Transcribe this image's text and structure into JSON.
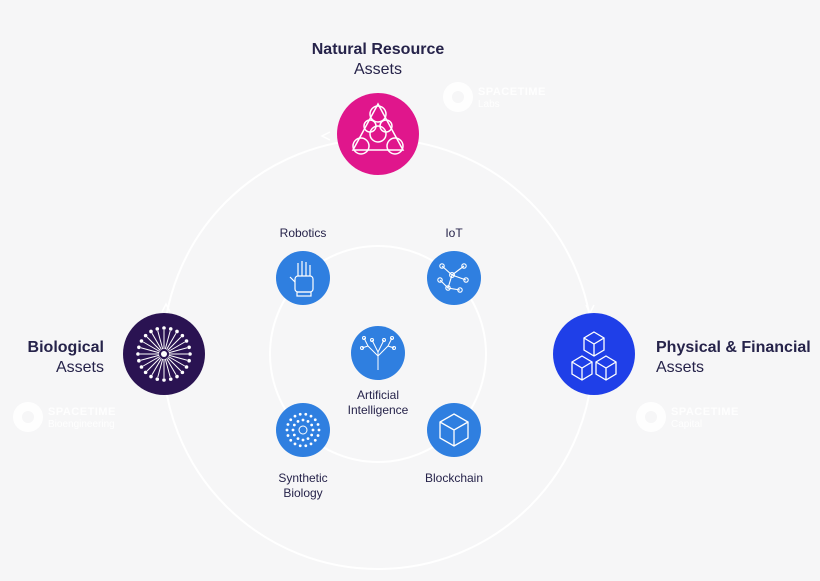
{
  "outer_nodes": {
    "natural": {
      "title": "Natural Resource",
      "subtitle": "Assets",
      "color": "#e0168c"
    },
    "biological": {
      "title": "Biological",
      "subtitle": "Assets",
      "color": "#2a1352"
    },
    "physical": {
      "title": "Physical & Financial",
      "subtitle": "Assets",
      "color": "#1f3fe8"
    }
  },
  "inner_nodes": {
    "robotics": {
      "label": "Robotics",
      "color": "#2f7fe0"
    },
    "iot": {
      "label": "IoT",
      "color": "#2f7fe0"
    },
    "ai": {
      "label_line1": "Artificial",
      "label_line2": "Intelligence",
      "color": "#2f7fe0"
    },
    "synthetic": {
      "label_line1": "Synthetic",
      "label_line2": "Biology",
      "color": "#2f7fe0"
    },
    "blockchain": {
      "label": "Blockchain",
      "color": "#2f7fe0"
    }
  },
  "watermarks": {
    "top": {
      "brand": "SPACETIME",
      "sub": "Labs"
    },
    "left": {
      "brand": "SPACETIME",
      "sub": "Bioengineering"
    },
    "right": {
      "brand": "SPACETIME",
      "sub": "Capital"
    }
  },
  "colors": {
    "ring": "#ffffff",
    "text": "#26234a"
  }
}
